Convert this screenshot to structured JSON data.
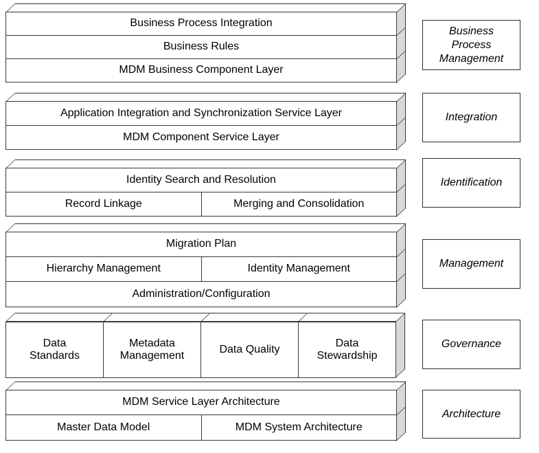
{
  "diagram": {
    "colors": {
      "background": "#ffffff",
      "border": "#383838",
      "front_face": "#ffffff",
      "top_face": "#fcfcfc",
      "side_face": "#d9d9d9",
      "text": "#000000"
    },
    "stacks": [
      {
        "category": "Business Process Management",
        "rows": [
          {
            "cells": [
              {
                "text": "Business Process Integration"
              }
            ]
          },
          {
            "cells": [
              {
                "text": "Business Rules"
              }
            ]
          },
          {
            "cells": [
              {
                "text": "MDM Business Component Layer"
              }
            ]
          }
        ]
      },
      {
        "category": "Integration",
        "rows": [
          {
            "cells": [
              {
                "text": "Application Integration and Synchronization Service Layer"
              }
            ]
          },
          {
            "cells": [
              {
                "text": "MDM Component Service Layer"
              }
            ]
          }
        ]
      },
      {
        "category": "Identification",
        "rows": [
          {
            "cells": [
              {
                "text": "Identity Search and Resolution"
              }
            ]
          },
          {
            "cells": [
              {
                "text": "Record Linkage"
              },
              {
                "text": "Merging and Consolidation"
              }
            ]
          }
        ]
      },
      {
        "category": "Management",
        "rows": [
          {
            "cells": [
              {
                "text": "Migration Plan"
              }
            ]
          },
          {
            "cells": [
              {
                "text": "Hierarchy Management"
              },
              {
                "text": "Identity Management"
              }
            ]
          },
          {
            "cells": [
              {
                "text": "Administration/Configuration"
              }
            ]
          }
        ]
      },
      {
        "category": "Governance",
        "rows": [
          {
            "cells": [
              {
                "text": "Data Standards"
              },
              {
                "text": "Metadata Management"
              },
              {
                "text": "Data Quality"
              },
              {
                "text": "Data Stewardship"
              }
            ]
          }
        ]
      },
      {
        "category": "Architecture",
        "rows": [
          {
            "cells": [
              {
                "text": "MDM Service Layer Architecture"
              }
            ]
          },
          {
            "cells": [
              {
                "text": "Master Data Model"
              },
              {
                "text": "MDM System Architecture"
              }
            ]
          }
        ]
      }
    ],
    "side_labels": [
      {
        "text": "Business Process Management"
      },
      {
        "text": "Integration"
      },
      {
        "text": "Identification"
      },
      {
        "text": "Management"
      },
      {
        "text": "Governance"
      },
      {
        "text": "Architecture"
      }
    ]
  }
}
